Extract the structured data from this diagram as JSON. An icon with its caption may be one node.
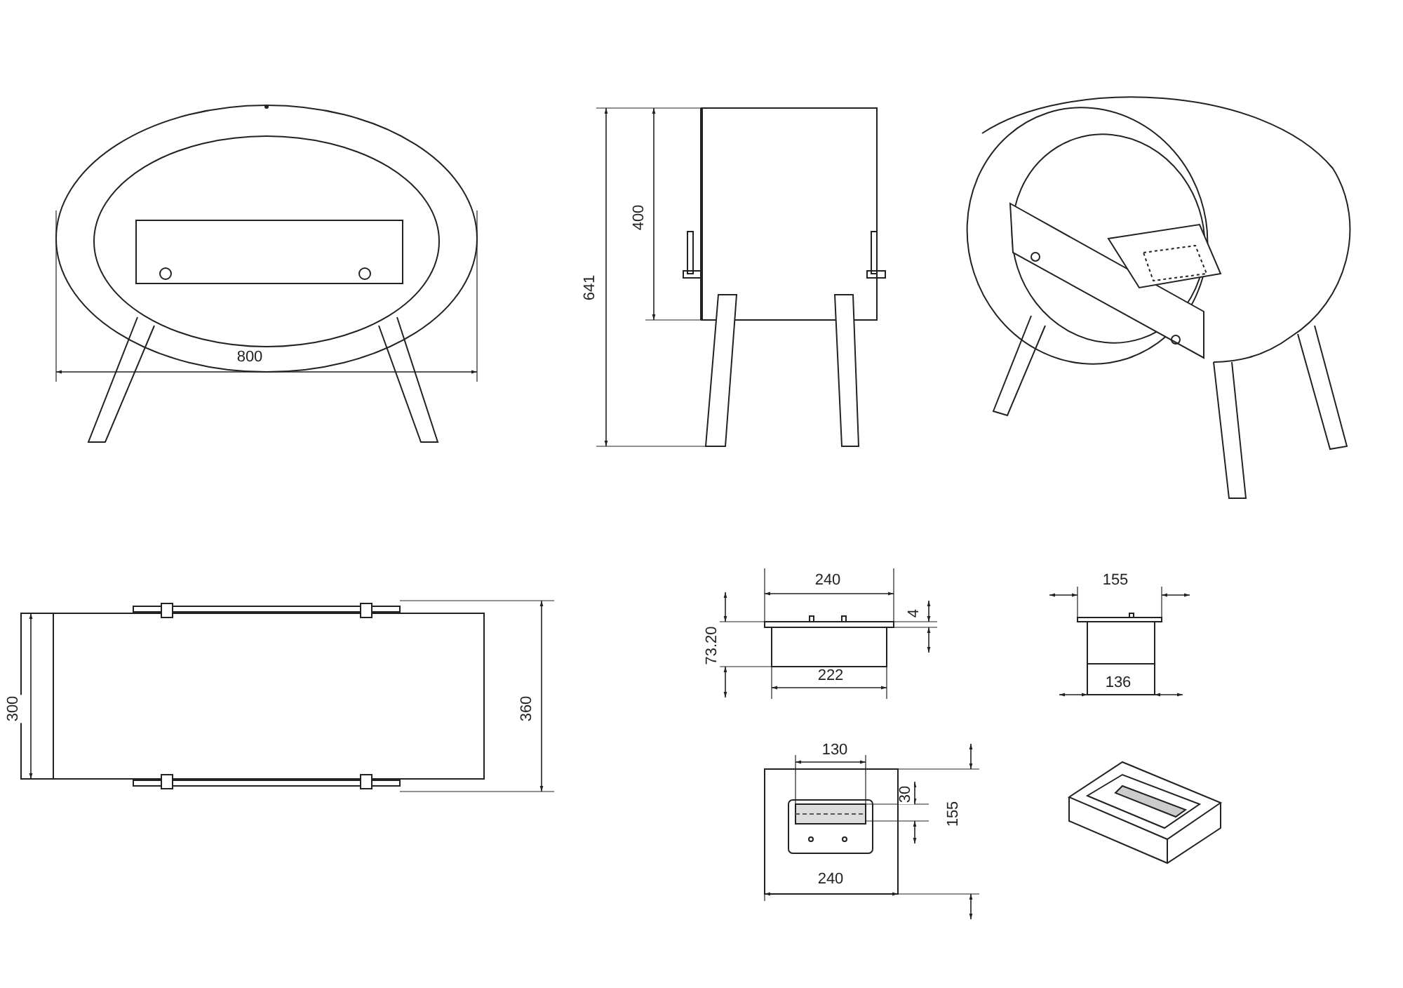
{
  "diagram": {
    "labels": [
      "641",
      "400",
      "800",
      "240",
      "4",
      "73.20",
      "222",
      "155",
      "300",
      "360",
      "136",
      "130",
      "30",
      "155",
      "240"
    ]
  }
}
